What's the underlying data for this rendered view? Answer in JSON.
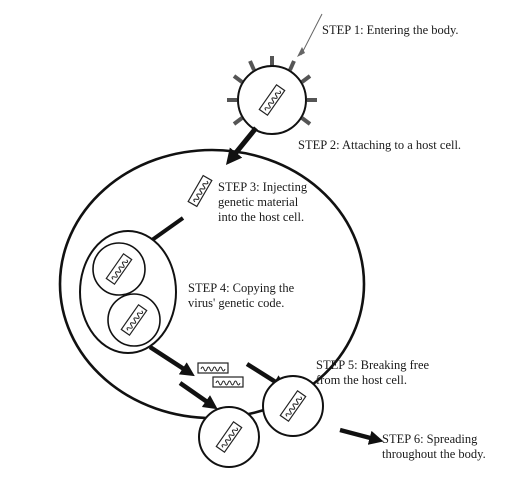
{
  "diagram": {
    "steps": [
      {
        "id": "step1",
        "lines": [
          "STEP 1: Entering the body."
        ]
      },
      {
        "id": "step2",
        "lines": [
          "STEP 2: Attaching to a host cell."
        ]
      },
      {
        "id": "step3",
        "lines": [
          "STEP 3: Injecting",
          "genetic material",
          "into the host cell."
        ]
      },
      {
        "id": "step4",
        "lines": [
          "STEP 4:  Copying the",
          "virus' genetic code."
        ]
      },
      {
        "id": "step5",
        "lines": [
          "STEP 5: Breaking free",
          "from the host cell."
        ]
      },
      {
        "id": "step6",
        "lines": [
          "STEP 6: Spreading",
          "throughout the body."
        ]
      }
    ]
  }
}
